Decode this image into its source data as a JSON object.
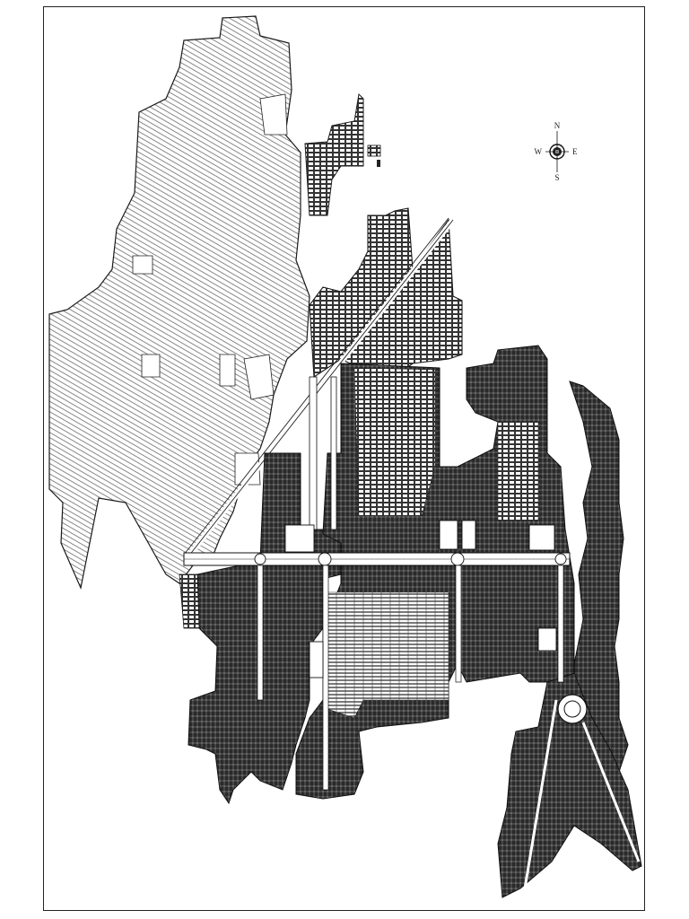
{
  "map": {
    "type": "master-plan-map",
    "colors": {
      "background": "#ffffff",
      "line": "#1a1a1a",
      "hatch_fill": "#7a7a7a",
      "dense_fill": "#2a2a2a"
    },
    "compass": {
      "icon": "compass-rose-icon",
      "north": "N",
      "south": "S",
      "east": "E",
      "west": "W"
    }
  }
}
